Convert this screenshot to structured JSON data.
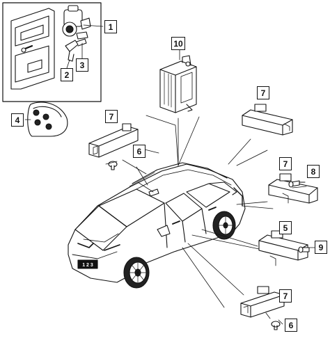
{
  "diagram": {
    "callouts": [
      {
        "id": "c1",
        "label": "1"
      },
      {
        "id": "c2",
        "label": "2"
      },
      {
        "id": "c3",
        "label": "3"
      },
      {
        "id": "c4",
        "label": "4"
      },
      {
        "id": "c5",
        "label": "5"
      },
      {
        "id": "c6a",
        "label": "6"
      },
      {
        "id": "c6b",
        "label": "6"
      },
      {
        "id": "c7a",
        "label": "7"
      },
      {
        "id": "c7b",
        "label": "7"
      },
      {
        "id": "c7c",
        "label": "7"
      },
      {
        "id": "c7d",
        "label": "7"
      },
      {
        "id": "c8",
        "label": "8"
      },
      {
        "id": "c9",
        "label": "9"
      },
      {
        "id": "c10",
        "label": "10"
      }
    ],
    "plate_text": "1 2 3"
  }
}
